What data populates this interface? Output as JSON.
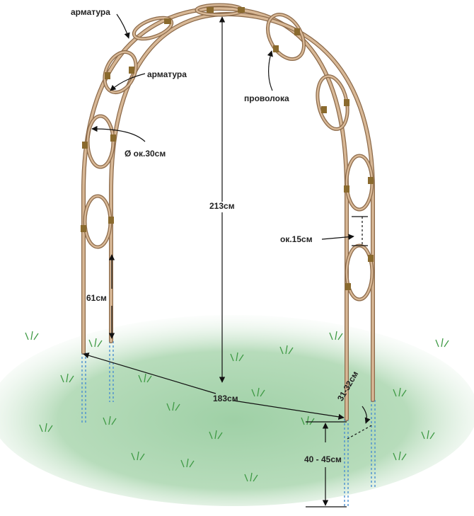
{
  "labels": {
    "rebar_top": "арматура",
    "rebar_side": "арматура",
    "wire": "проволока",
    "ring_diameter": "Ø ок.30см",
    "height": "213см",
    "ring_gap": "ок.15см",
    "leg_height": "61см",
    "span_width": "183см",
    "depth_between": "31-32см",
    "bury_depth": "40 - 45см"
  },
  "colors": {
    "rod": "#c9a783",
    "rod_dark": "#8c6a4a",
    "wire": "#8a6a2e",
    "grass": "#8fc49a",
    "stake": "#4a8fd0",
    "arrow": "#111111"
  }
}
